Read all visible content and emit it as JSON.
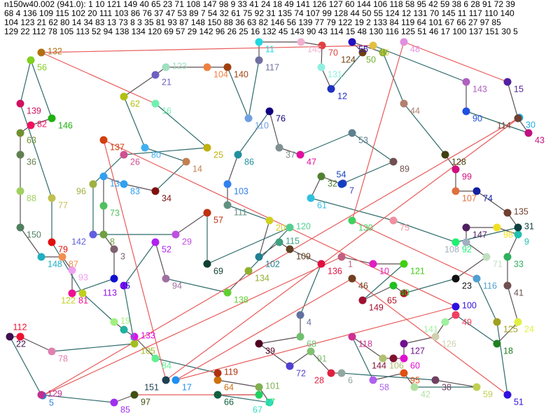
{
  "header": {
    "lines": [
      "n150w40.002 (941.0): 1 10 121 149 40 65 23 71 108 147 98 9 33 41 24 18 49 141 126 127 60 144 106 118 58 95 42 59 38 6 28 91 72 39",
      "68 4 136 109 115 102 20 111 103 86 76 37 47 53 89 7 54 32 61 75 92 31 135 74 107 99 128 44 50 55 124 12 131 70 145 11 117 110 140",
      "104 123 21 62 80 14 34 83 13 73 8 3 35 81 93 87 148 150 88 36 63 82 146 56 139 77 79 122 19 2 133 84 119 64 101 67 66 27 97 85",
      "129 22 112 78 105 113 52 94 138 134 120 69 57 29 142 96 26 25 16 132 45 143 90 43 114 15 48 130 116 125 51 46 17 100 137 151 30 5"
    ]
  },
  "tour": [
    1,
    10,
    121,
    149,
    40,
    65,
    23,
    71,
    108,
    147,
    98,
    9,
    33,
    41,
    24,
    18,
    49,
    141,
    126,
    127,
    60,
    144,
    106,
    118,
    58,
    95,
    42,
    59,
    38,
    6,
    28,
    91,
    72,
    39,
    68,
    4,
    136,
    109,
    115,
    102,
    20,
    111,
    103,
    86,
    76,
    37,
    47,
    53,
    89,
    7,
    54,
    32,
    61,
    75,
    92,
    31,
    135,
    74,
    107,
    99,
    128,
    44,
    50,
    55,
    124,
    12,
    131,
    70,
    145,
    11,
    117,
    110,
    140,
    104,
    123,
    21,
    62,
    80,
    14,
    34,
    83,
    13,
    73,
    8,
    3,
    35,
    81,
    93,
    87,
    148,
    150,
    88,
    36,
    63,
    82,
    146,
    56,
    139,
    77,
    79,
    122,
    19,
    2,
    133,
    84,
    119,
    64,
    101,
    67,
    66,
    27,
    97,
    85,
    129,
    22,
    112,
    78,
    105,
    113,
    52,
    94,
    138,
    134,
    120,
    69,
    57,
    29,
    142,
    96,
    26,
    25,
    16,
    132,
    45,
    143,
    90,
    43,
    114,
    15,
    48,
    130,
    116,
    125,
    51,
    46,
    17,
    100,
    137,
    151,
    30,
    5
  ],
  "edge_colors": {
    "long": "#e85a5a",
    "short": "#5a4f55",
    "mid": "#2f6a6a"
  },
  "nodes": {
    "1": "#c06080",
    "2": "#20b0a0",
    "3": "#806070",
    "4": "#6070a0",
    "5": "#3080e0",
    "6": "#90a8a0",
    "7": "#3040c0",
    "8": "#70a040",
    "9": "#20c0b0",
    "10": "#e020c0",
    "11": "#20d8e0",
    "12": "#2030c0",
    "13": "#30a0f0",
    "14": "#c08050",
    "15": "#5020a0",
    "16": "#70f0b0",
    "17": "#2090f0",
    "18": "#208020",
    "19": "#a0f080",
    "20": "#d0d020",
    "21": "#7060c0",
    "22": "#401050",
    "23": "#101010",
    "24": "#e0f040",
    "25": "#c0b010",
    "26": "#d05090",
    "27": "#20d060",
    "28": "#e02040",
    "29": "#c050e0",
    "30": "#20b0e0",
    "31": "#104040",
    "32": "#508030",
    "33": "#30b060",
    "34": "#801010",
    "35": "#1010d0",
    "36": "#608050",
    "37": "#809090",
    "38": "#704060",
    "39": "#500020",
    "40": "#20c020",
    "41": "#705050",
    "42": "#b0e0a0",
    "43": "#c01080",
    "44": "#b08070",
    "45": "#e0c040",
    "46": "#704020",
    "47": "#e010a0",
    "48": "#e090e0",
    "49": "#f04060",
    "50": "#70b030",
    "51": "#3010e0",
    "52": "#b020f0",
    "53": "#608090",
    "54": "#1040c0",
    "55": "#2010c0",
    "56": "#80d020",
    "57": "#c03010",
    "58": "#b060f0",
    "59": "#c0d050",
    "60": "#e010d0",
    "61": "#30c0e0",
    "62": "#b0c010",
    "63": "#709030",
    "64": "#d07010",
    "65": "#b01020",
    "66": "#106040",
    "67": "#30e0c0",
    "68": "#70c070",
    "69": "#104030",
    "70": "#e04040",
    "71": "#c0e0c0",
    "72": "#5040d0",
    "73": "#50c060",
    "74": "#1020a0",
    "75": "#f090a0",
    "76": "#100080",
    "77": "#c0c050",
    "78": "#e080b0",
    "79": "#e01010",
    "80": "#40b0f0",
    "81": "#f01090",
    "82": "#f01060",
    "83": "#30a0f0",
    "84": "#60f090",
    "85": "#a030f0",
    "86": "#2090a0",
    "87": "#f09050",
    "88": "#a0d060",
    "89": "#705050",
    "90": "#2050e0",
    "91": "#80c070",
    "92": "#20f070",
    "93": "#f0a0f0",
    "94": "#a070a0",
    "95": "#e05010",
    "96": "#a0b040",
    "97": "#405010",
    "98": "#f0e020",
    "99": "#d01080",
    "100": "#3010e0",
    "101": "#80b050",
    "102": "#208090",
    "103": "#3080f0",
    "104": "#f08040",
    "105": "#a0c020",
    "106": "#b0c070",
    "107": "#e07040",
    "108": "#a0b0c0",
    "109": "#604020",
    "110": "#70a0e0",
    "111": "#609080",
    "112": "#f01030",
    "113": "#9010f0",
    "114": "#704030",
    "115": "#40a080",
    "116": "#50a0d0",
    "117": "#7070a0",
    "118": "#d03090",
    "119": "#b03010",
    "120": "#50d090",
    "121": "#40d010",
    "122": "#c0d020",
    "123": "#a0e0c0",
    "124": "#704010",
    "125": "#a0a020",
    "126": "#d0d0b0",
    "127": "#701090",
    "128": "#404010",
    "129": "#c03090",
    "130": "#40d060",
    "131": "#90f0e0",
    "132": "#b07010",
    "133": "#e010f0",
    "134": "#90b030",
    "135": "#704030",
    "136": "#e01040",
    "137": "#d04010",
    "138": "#60d030",
    "139": "#d01060",
    "140": "#a04010",
    "141": "#a0f0a0",
    "142": "#6060e0",
    "143": "#b060c0",
    "144": "#801030",
    "145": "#f0b0d0",
    "146": "#20b010",
    "147": "#502060",
    "148": "#20b0c0",
    "149": "#a01030",
    "150": "#508060",
    "151": "#204050"
  }
}
